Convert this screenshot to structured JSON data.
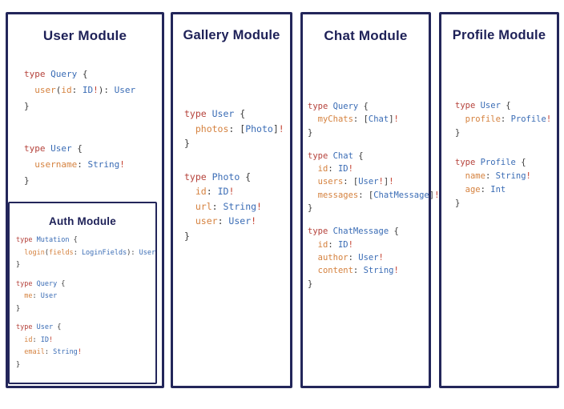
{
  "palette": {
    "border": "#23265a",
    "title": "#1d2057",
    "keyword": "#b5423b",
    "type": "#3a6cb5",
    "field": "#d5823f",
    "punct": "#3a3a3a",
    "bang": "#c4402f"
  },
  "modules": {
    "user": {
      "title": "User Module",
      "blocks": [
        [
          [
            [
              "k",
              "type "
            ],
            [
              "t",
              "Query"
            ],
            [
              "p",
              " {"
            ]
          ],
          [
            [
              "p",
              "  "
            ],
            [
              "f",
              "user"
            ],
            [
              "p",
              "("
            ],
            [
              "f",
              "id"
            ],
            [
              "p",
              ": "
            ],
            [
              "t",
              "ID"
            ],
            [
              "b",
              "!"
            ],
            [
              "p",
              "): "
            ],
            [
              "t",
              "User"
            ]
          ],
          [
            [
              "p",
              "}"
            ]
          ]
        ],
        [
          [
            [
              "k",
              "type "
            ],
            [
              "t",
              "User"
            ],
            [
              "p",
              " {"
            ]
          ],
          [
            [
              "p",
              "  "
            ],
            [
              "f",
              "username"
            ],
            [
              "p",
              ": "
            ],
            [
              "t",
              "String"
            ],
            [
              "b",
              "!"
            ]
          ],
          [
            [
              "p",
              "}"
            ]
          ]
        ]
      ]
    },
    "auth": {
      "title": "Auth Module",
      "blocks": [
        [
          [
            [
              "k",
              "type "
            ],
            [
              "t",
              "Mutation"
            ],
            [
              "p",
              " {"
            ]
          ],
          [
            [
              "p",
              "  "
            ],
            [
              "f",
              "login"
            ],
            [
              "p",
              "("
            ],
            [
              "f",
              "fields"
            ],
            [
              "p",
              ": "
            ],
            [
              "t",
              "LoginFields"
            ],
            [
              "p",
              "): "
            ],
            [
              "t",
              "User"
            ]
          ],
          [
            [
              "p",
              "}"
            ]
          ]
        ],
        [
          [
            [
              "k",
              "type "
            ],
            [
              "t",
              "Query"
            ],
            [
              "p",
              " {"
            ]
          ],
          [
            [
              "p",
              "  "
            ],
            [
              "f",
              "me"
            ],
            [
              "p",
              ": "
            ],
            [
              "t",
              "User"
            ]
          ],
          [
            [
              "p",
              "}"
            ]
          ]
        ],
        [
          [
            [
              "k",
              "type "
            ],
            [
              "t",
              "User"
            ],
            [
              "p",
              " {"
            ]
          ],
          [
            [
              "p",
              "  "
            ],
            [
              "f",
              "id"
            ],
            [
              "p",
              ": "
            ],
            [
              "t",
              "ID"
            ],
            [
              "b",
              "!"
            ]
          ],
          [
            [
              "p",
              "  "
            ],
            [
              "f",
              "email"
            ],
            [
              "p",
              ": "
            ],
            [
              "t",
              "String"
            ],
            [
              "b",
              "!"
            ]
          ],
          [
            [
              "p",
              "}"
            ]
          ]
        ]
      ]
    },
    "gallery": {
      "title": "Gallery Module",
      "blocks": [
        [
          [
            [
              "k",
              "type "
            ],
            [
              "t",
              "User"
            ],
            [
              "p",
              " {"
            ]
          ],
          [
            [
              "p",
              "  "
            ],
            [
              "f",
              "photos"
            ],
            [
              "p",
              ": ["
            ],
            [
              "t",
              "Photo"
            ],
            [
              "p",
              "]"
            ],
            [
              "b",
              "!"
            ]
          ],
          [
            [
              "p",
              "}"
            ]
          ]
        ],
        [
          [
            [
              "k",
              "type "
            ],
            [
              "t",
              "Photo"
            ],
            [
              "p",
              " {"
            ]
          ],
          [
            [
              "p",
              "  "
            ],
            [
              "f",
              "id"
            ],
            [
              "p",
              ": "
            ],
            [
              "t",
              "ID"
            ],
            [
              "b",
              "!"
            ]
          ],
          [
            [
              "p",
              "  "
            ],
            [
              "f",
              "url"
            ],
            [
              "p",
              ": "
            ],
            [
              "t",
              "String"
            ],
            [
              "b",
              "!"
            ]
          ],
          [
            [
              "p",
              "  "
            ],
            [
              "f",
              "user"
            ],
            [
              "p",
              ": "
            ],
            [
              "t",
              "User"
            ],
            [
              "b",
              "!"
            ]
          ],
          [
            [
              "p",
              "}"
            ]
          ]
        ]
      ]
    },
    "chat": {
      "title": "Chat Module",
      "blocks": [
        [
          [
            [
              "k",
              "type "
            ],
            [
              "t",
              "Query"
            ],
            [
              "p",
              " {"
            ]
          ],
          [
            [
              "p",
              "  "
            ],
            [
              "f",
              "myChats"
            ],
            [
              "p",
              ": ["
            ],
            [
              "t",
              "Chat"
            ],
            [
              "p",
              "]"
            ],
            [
              "b",
              "!"
            ]
          ],
          [
            [
              "p",
              "}"
            ]
          ]
        ],
        [
          [
            [
              "k",
              "type "
            ],
            [
              "t",
              "Chat"
            ],
            [
              "p",
              " {"
            ]
          ],
          [
            [
              "p",
              "  "
            ],
            [
              "f",
              "id"
            ],
            [
              "p",
              ": "
            ],
            [
              "t",
              "ID"
            ],
            [
              "b",
              "!"
            ]
          ],
          [
            [
              "p",
              "  "
            ],
            [
              "f",
              "users"
            ],
            [
              "p",
              ": ["
            ],
            [
              "t",
              "User"
            ],
            [
              "b",
              "!"
            ],
            [
              "p",
              "]"
            ],
            [
              "b",
              "!"
            ]
          ],
          [
            [
              "p",
              "  "
            ],
            [
              "f",
              "messages"
            ],
            [
              "p",
              ": ["
            ],
            [
              "t",
              "ChatMessage"
            ],
            [
              "p",
              "]"
            ],
            [
              "b",
              "!"
            ]
          ],
          [
            [
              "p",
              "}"
            ]
          ]
        ],
        [
          [
            [
              "k",
              "type "
            ],
            [
              "t",
              "ChatMessage"
            ],
            [
              "p",
              " {"
            ]
          ],
          [
            [
              "p",
              "  "
            ],
            [
              "f",
              "id"
            ],
            [
              "p",
              ": "
            ],
            [
              "t",
              "ID"
            ],
            [
              "b",
              "!"
            ]
          ],
          [
            [
              "p",
              "  "
            ],
            [
              "f",
              "author"
            ],
            [
              "p",
              ": "
            ],
            [
              "t",
              "User"
            ],
            [
              "b",
              "!"
            ]
          ],
          [
            [
              "p",
              "  "
            ],
            [
              "f",
              "content"
            ],
            [
              "p",
              ": "
            ],
            [
              "t",
              "String"
            ],
            [
              "b",
              "!"
            ]
          ],
          [
            [
              "p",
              "}"
            ]
          ]
        ]
      ]
    },
    "profile": {
      "title": "Profile Module",
      "blocks": [
        [
          [
            [
              "k",
              "type "
            ],
            [
              "t",
              "User"
            ],
            [
              "p",
              " {"
            ]
          ],
          [
            [
              "p",
              "  "
            ],
            [
              "f",
              "profile"
            ],
            [
              "p",
              ": "
            ],
            [
              "t",
              "Profile"
            ],
            [
              "b",
              "!"
            ]
          ],
          [
            [
              "p",
              "}"
            ]
          ]
        ],
        [
          [
            [
              "k",
              "type "
            ],
            [
              "t",
              "Profile"
            ],
            [
              "p",
              " {"
            ]
          ],
          [
            [
              "p",
              "  "
            ],
            [
              "f",
              "name"
            ],
            [
              "p",
              ": "
            ],
            [
              "t",
              "String"
            ],
            [
              "b",
              "!"
            ]
          ],
          [
            [
              "p",
              "  "
            ],
            [
              "f",
              "age"
            ],
            [
              "p",
              ": "
            ],
            [
              "t",
              "Int"
            ]
          ],
          [
            [
              "p",
              "}"
            ]
          ]
        ]
      ]
    }
  }
}
